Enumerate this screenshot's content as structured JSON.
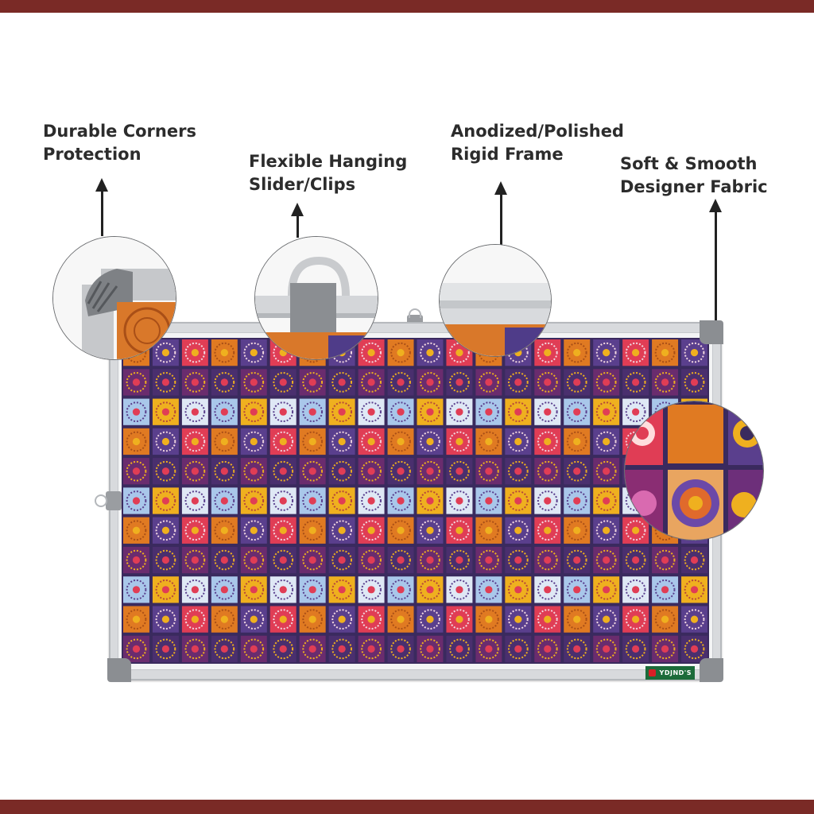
{
  "features": [
    {
      "id": "corners",
      "label": "Durable Corners\nProtection"
    },
    {
      "id": "clips",
      "label": "Flexible Hanging\nSlider/Clips"
    },
    {
      "id": "frame",
      "label": "Anodized/Polished\nRigid Frame"
    },
    {
      "id": "fabric",
      "label": "Soft & Smooth\nDesigner Fabric"
    }
  ],
  "brand": {
    "name": "YDJND'S"
  },
  "colors": {
    "accent_band": "#7a2a26",
    "fabric_orange": "#e07a22",
    "fabric_red": "#e03d55",
    "fabric_yellow": "#efb01f",
    "fabric_blue": "#a9c7ea",
    "fabric_purple": "#5a3f8d",
    "fabric_navy": "#3a2a5e"
  },
  "icons": [
    "arrow-up-icon",
    "arrow-up-icon",
    "arrow-up-icon",
    "arrow-up-icon"
  ]
}
